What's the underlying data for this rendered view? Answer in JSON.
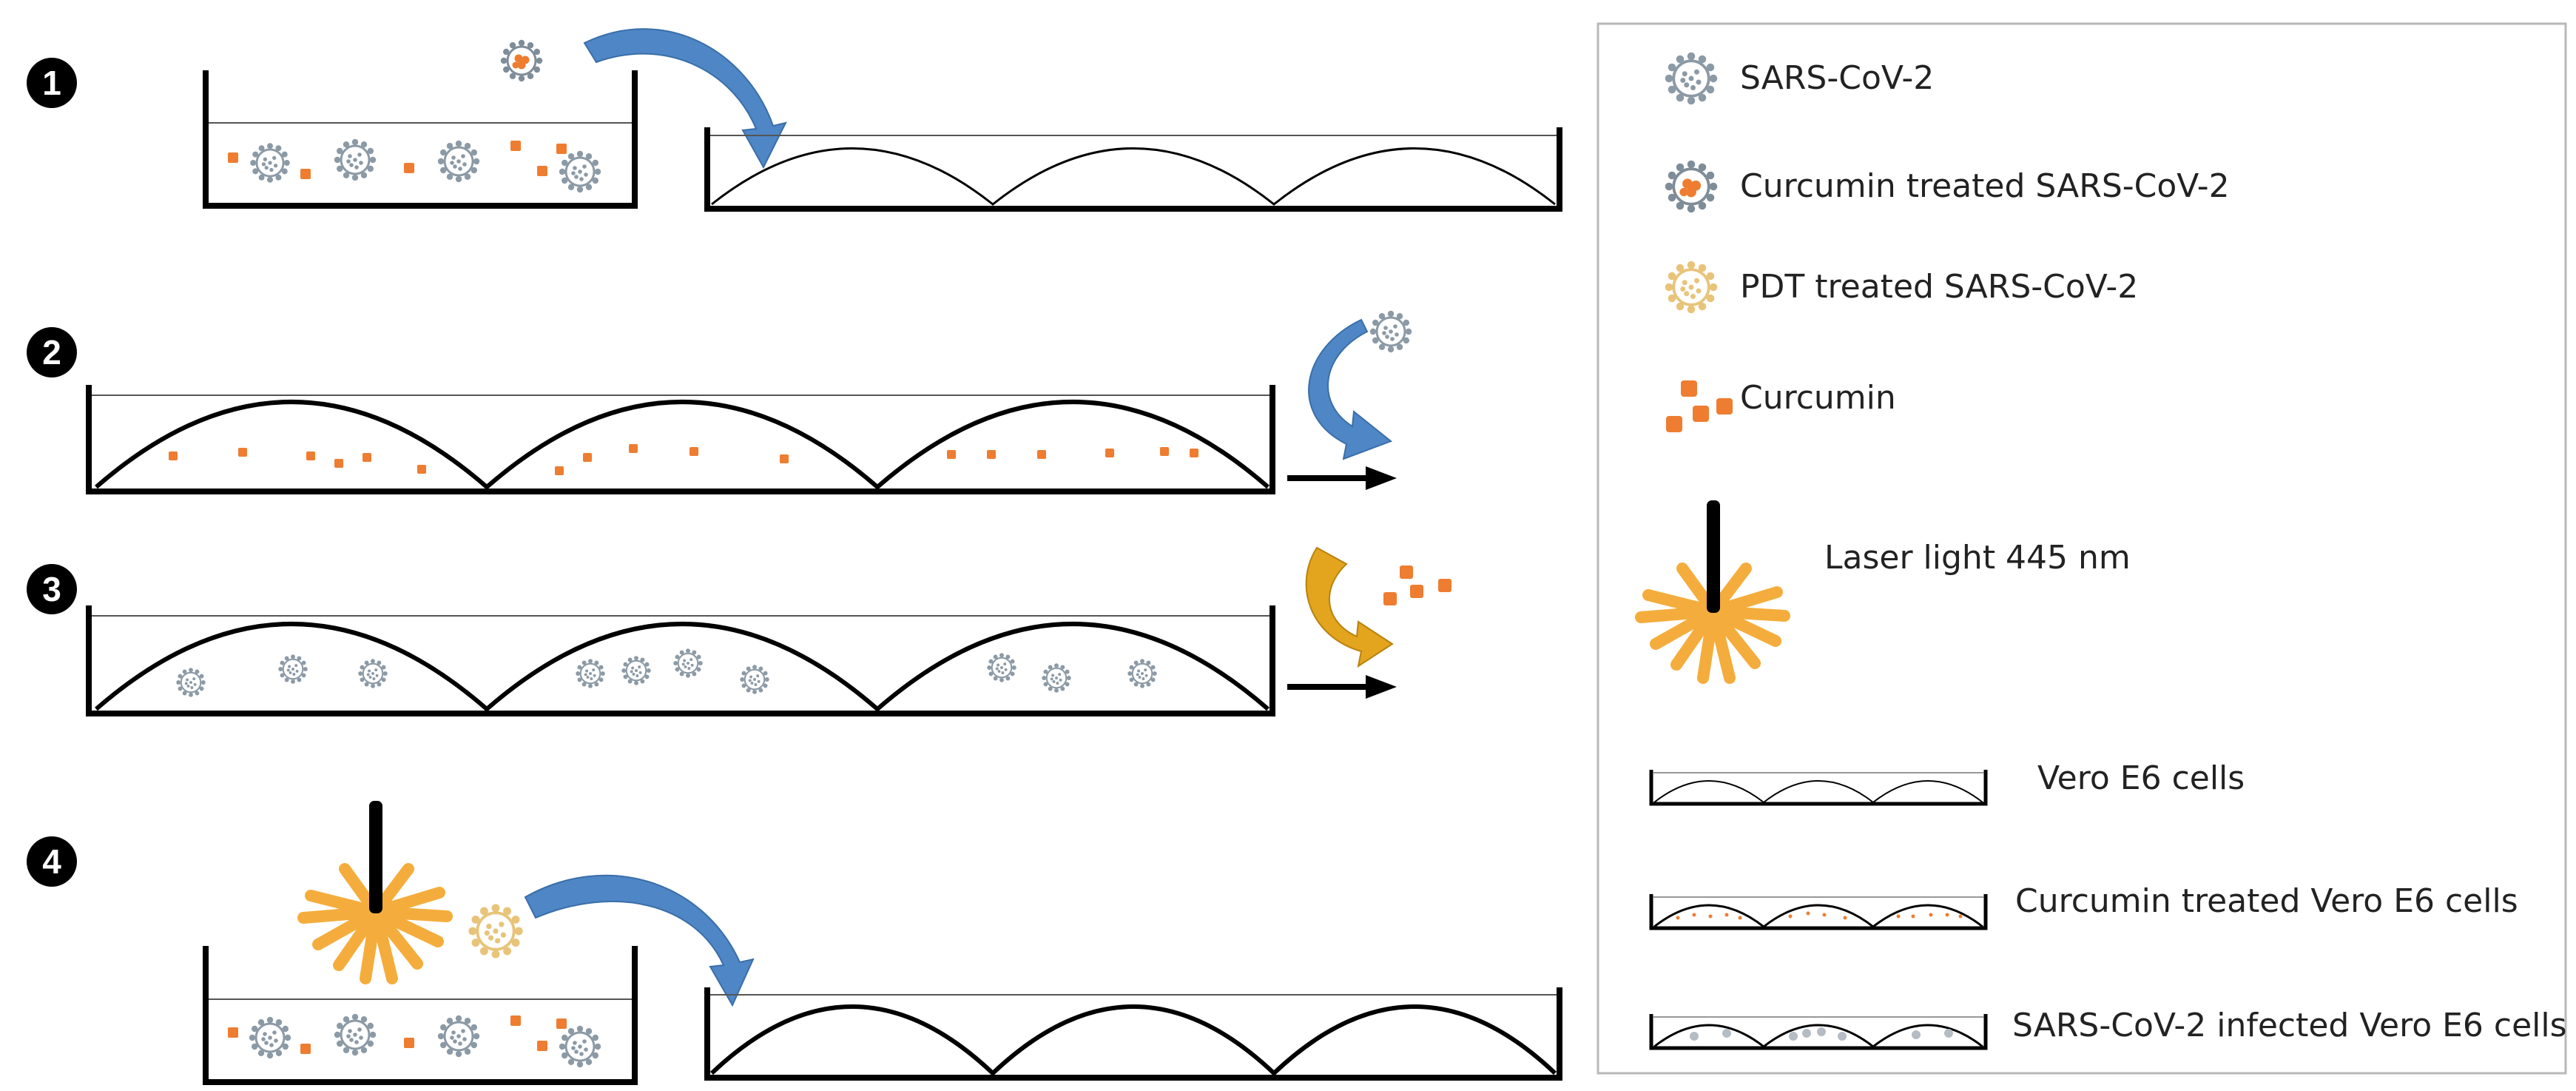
{
  "steps": [
    "1",
    "2",
    "3",
    "4"
  ],
  "legend": {
    "items": [
      {
        "icon": "sars-cov-2-virus-icon",
        "label": "SARS-CoV-2"
      },
      {
        "icon": "curcumin-treated-virus-icon",
        "label": "Curcumin treated SARS-CoV-2"
      },
      {
        "icon": "pdt-treated-virus-icon",
        "label": "PDT treated SARS-CoV-2"
      },
      {
        "icon": "curcumin-particles-icon",
        "label": "Curcumin"
      },
      {
        "icon": "laser-light-icon",
        "label": "Laser light 445 nm"
      },
      {
        "icon": "vero-cells-well-icon",
        "label": "Vero E6 cells"
      },
      {
        "icon": "curcumin-treated-cells-well-icon",
        "label": "Curcumin treated Vero E6 cells"
      },
      {
        "icon": "infected-cells-well-icon",
        "label": "SARS-CoV-2 infected Vero E6 cells"
      }
    ]
  },
  "colors": {
    "virus_gray": "#8c9aa6",
    "curcumin_orange": "#ee7d31",
    "pdt_gold": "#e8c47a",
    "laser_orange": "#f4ad3c",
    "arrow_blue": "#4f86c6",
    "arrow_gold": "#e3a41e",
    "line": "#000000"
  }
}
